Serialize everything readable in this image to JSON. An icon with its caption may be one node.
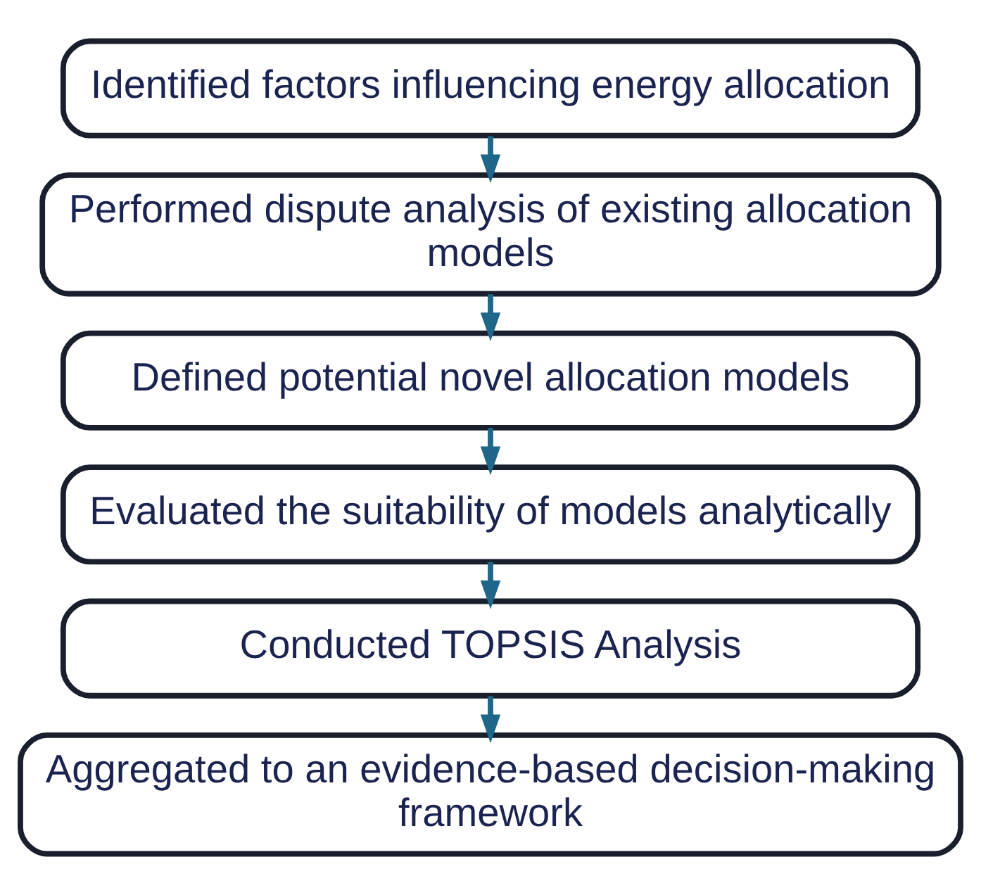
{
  "diagram": {
    "nodes": [
      {
        "text": [
          "Identified factors influencing energy allocation"
        ]
      },
      {
        "text": [
          "Performed dispute analysis of existing allocation models"
        ]
      },
      {
        "text": [
          "Defined potential novel allocation models"
        ]
      },
      {
        "text": [
          "Evaluated the suitability of models analytically"
        ]
      },
      {
        "text": [
          "Conducted TOPSIS Analysis"
        ]
      },
      {
        "text": [
          "Aggregated to an evidence-based decision-making framework"
        ]
      }
    ],
    "edges": [
      {
        "from": 0,
        "to": 1,
        "arrow": "to"
      },
      {
        "from": 1,
        "to": 2,
        "arrow": "to"
      },
      {
        "from": 2,
        "to": 3,
        "arrow": "to"
      },
      {
        "from": 3,
        "to": 4,
        "arrow": "to"
      },
      {
        "from": 4,
        "to": 5,
        "arrow": "to"
      }
    ]
  }
}
